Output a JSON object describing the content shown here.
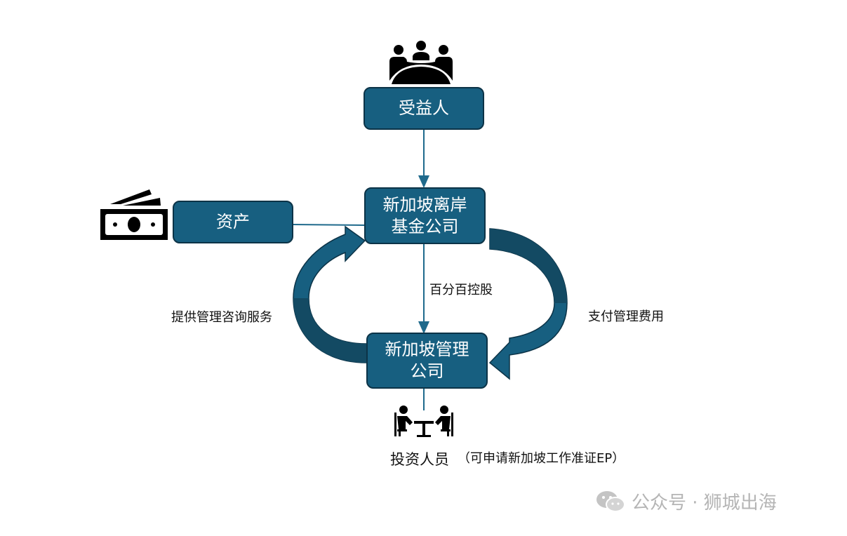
{
  "nodes": {
    "beneficiary": "受益人",
    "assets": "资产",
    "offshore_fund_line1": "新加坡离岸",
    "offshore_fund_line2": "基金公司",
    "mgmt_company_line1": "新加坡管理",
    "mgmt_company_line2": "公司"
  },
  "edges": {
    "full_control": "百分百控股",
    "advisory": "提供管理咨询服务",
    "fee": "支付管理费用"
  },
  "staff": {
    "label": "投资人员",
    "note": "（可申请新加坡工作准证EP）"
  },
  "watermark": "公众号 · 狮城出海",
  "colors": {
    "box": "#175f80",
    "border": "#0c3347",
    "arrow_dark": "#134a63"
  }
}
